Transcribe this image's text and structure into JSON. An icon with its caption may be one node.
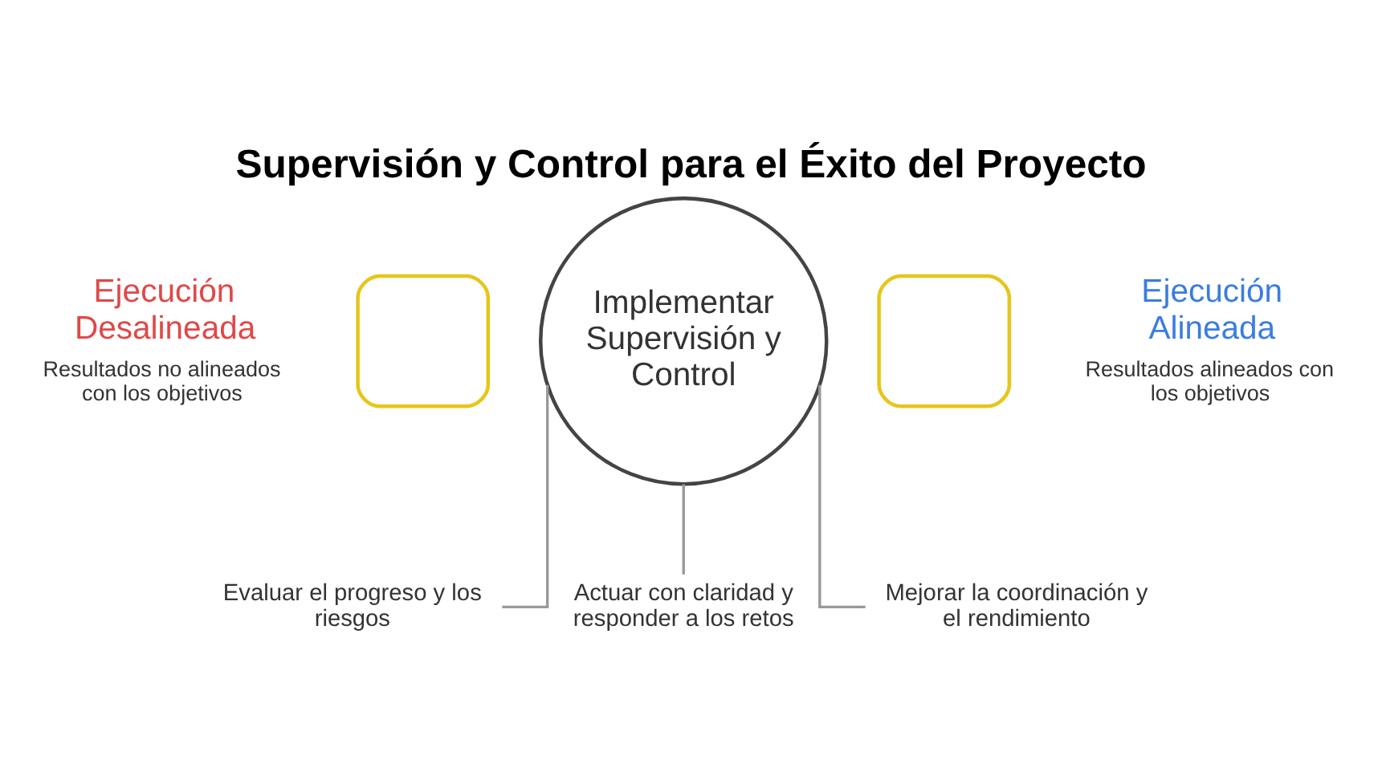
{
  "diagram": {
    "title": "Supervisión y Control para el Éxito del Proyecto",
    "nodes": [
      {
        "text": [],
        "shape": "box",
        "beside": [
          "Ejecución Desalineada",
          "Resultados no alineados con los objetivos"
        ]
      },
      {
        "text": [
          "Implementar Supervisión y Control"
        ]
      },
      {
        "text": [],
        "shape": "box",
        "beside": [
          "Ejecución Alineada",
          "Resultados alineados con los objetivos"
        ]
      },
      {
        "text": [
          "Evaluar el progreso y los riesgos"
        ]
      },
      {
        "text": [
          "Actuar con claridad y responder a los retos"
        ]
      },
      {
        "text": [
          "Mejorar la coordinación y el rendimiento"
        ]
      }
    ],
    "edges": [
      {
        "from": 1,
        "to": 3,
        "arrow": "none"
      },
      {
        "from": 1,
        "to": 4,
        "arrow": "none"
      },
      {
        "from": 1,
        "to": 5,
        "arrow": "none"
      }
    ]
  }
}
